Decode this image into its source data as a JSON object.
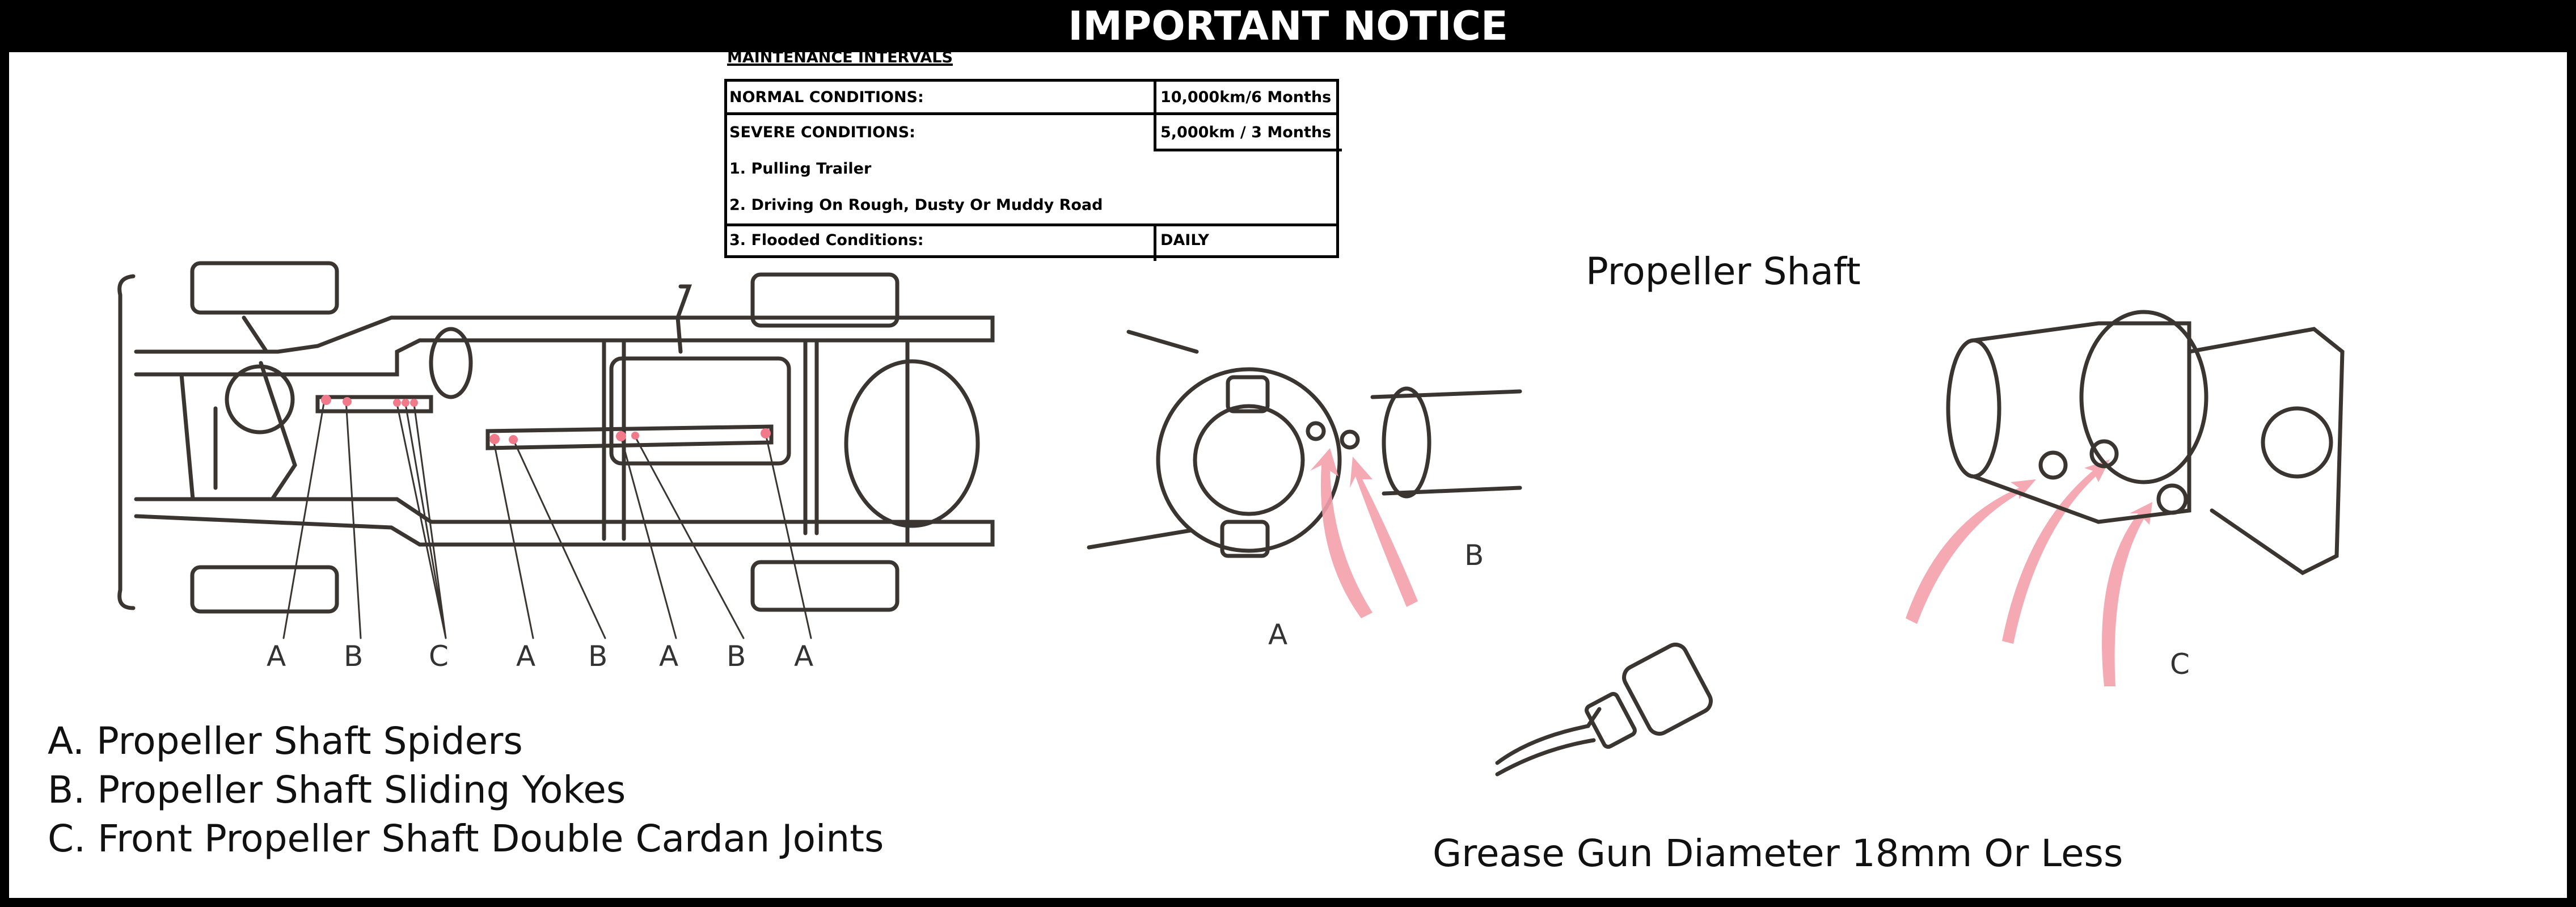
{
  "header": {
    "title": "IMPORTANT NOTICE"
  },
  "maintenance": {
    "title": "MAINTENANCE INTERVALS",
    "normal": {
      "label": "NORMAL CONDITIONS:",
      "value": "10,000km/6 Months"
    },
    "severe": {
      "label": "SEVERE CONDITIONS:",
      "value": "5,000km / 3 Months"
    },
    "items": [
      "1. Pulling Trailer",
      "2. Driving On Rough, Dusty Or Muddy Road"
    ],
    "flooded": {
      "label": "3. Flooded Conditions:",
      "value": "DAILY"
    }
  },
  "chassis_letters": [
    "A",
    "B",
    "C",
    "A",
    "B",
    "A",
    "B",
    "A"
  ],
  "legend": [
    "A. Propeller Shaft Spiders",
    "B. Propeller Shaft Sliding Yokes",
    "C. Front Propeller Shaft Double Cardan Joints"
  ],
  "right": {
    "title": "Propeller Shaft",
    "letter_a": "A",
    "letter_b": "B",
    "letter_c": "C",
    "grease_note": "Grease Gun Diameter 18mm Or Less"
  },
  "colors": {
    "grease_point": "#f07a8a",
    "line": "#3a3530"
  }
}
